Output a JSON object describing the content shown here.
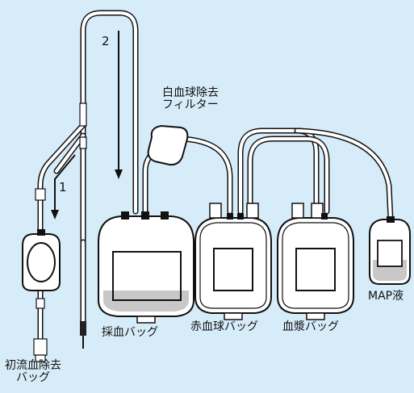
{
  "labels": {
    "arrow_1": "1",
    "arrow_2": "2",
    "filter": [
      "白血球除去",
      "フィルター"
    ],
    "collection_bag": "採血バッグ",
    "rbc_bag": "赤血球バッグ",
    "plasma_bag": "血漿バッグ",
    "map_bag": "MAP液",
    "initial_flow_bag": [
      "初流血除去",
      "バッグ"
    ]
  },
  "colors": {
    "background": "#d7ecf9",
    "outline": "#111111",
    "tube": "#ffffff",
    "blood_fill": "#c8c8c8"
  }
}
